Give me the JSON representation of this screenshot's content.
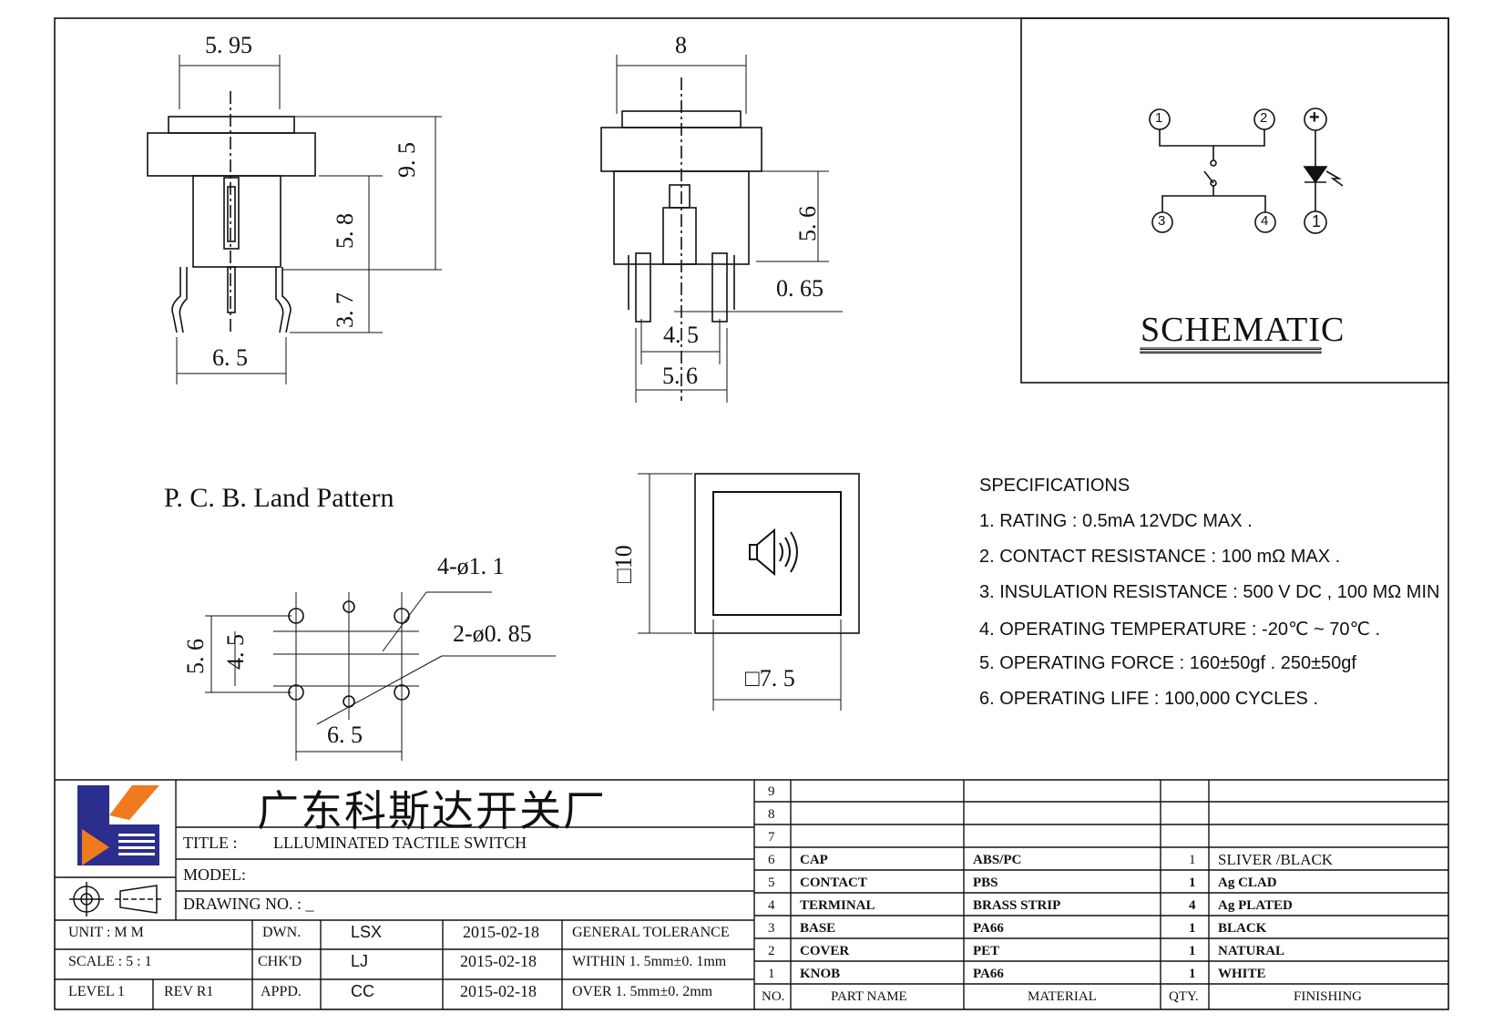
{
  "views": {
    "side": {
      "d1": "5. 95",
      "d2": "9. 5",
      "d3": "5. 8",
      "d4": "3. 7",
      "d5": "6. 5"
    },
    "front": {
      "d1": "8",
      "d2": "5. 6",
      "d3": "0. 65",
      "d4": "4. 5",
      "d5": "5. 6"
    },
    "top": {
      "d1": "10",
      "d2": "7. 5"
    },
    "pcb": {
      "title": "P. C. B. Land Pattern",
      "d1": "4-ø1. 1",
      "d2": "2-ø0. 85",
      "d3": "5. 6",
      "d4": "4. 5",
      "d5": "6. 5"
    }
  },
  "schematic": {
    "title": "SCHEMATIC",
    "pins": [
      "1",
      "2",
      "3",
      "4"
    ],
    "led_pins": [
      "+",
      "1"
    ]
  },
  "specifications": {
    "heading": "SPECIFICATIONS",
    "items": [
      "1. RATING : 0.5mA 12VDC MAX .",
      "2. CONTACT RESISTANCE : 100 mΩ MAX .",
      "3. INSULATION RESISTANCE : 500 V DC , 100 MΩ MIN",
      "4. OPERATING TEMPERATURE : -20℃ ~ 70℃ .",
      "5. OPERATING FORCE : 160±50gf . 250±50gf",
      "6. OPERATING LIFE : 100,000 CYCLES ."
    ]
  },
  "title_block": {
    "company": "广东科斯达开关厂",
    "title_label": "TITLE :",
    "title_value": "LLLUMINATED TACTILE SWITCH",
    "model_label": "MODEL:",
    "drawing_label": "DRAWING NO.  : _",
    "rows": [
      {
        "c1": "UNIT    :    M M",
        "c2": "DWN.",
        "c3": "LSX",
        "c4": "2015-02-18",
        "c5": "GENERAL  TOLERANCE"
      },
      {
        "c1": "SCALE   :   5 : 1",
        "c2": "CHK'D",
        "c3": "LJ",
        "c4": "2015-02-18",
        "c5": "WITHIN  1. 5mm±0. 1mm"
      },
      {
        "c1a": "LEVEL  1",
        "c1b": "REV   R1",
        "c2": "APPD.",
        "c3": "CC",
        "c4": "2015-02-18",
        "c5": "OVER    1. 5mm±0. 2mm"
      }
    ]
  },
  "bom": {
    "headers": {
      "no": "NO.",
      "part": "PART   NAME",
      "material": "MATERIAL",
      "qty": "QTY.",
      "finishing": "FINISHING"
    },
    "rows": [
      {
        "no": "9",
        "part": "",
        "material": "",
        "qty": "",
        "finishing": ""
      },
      {
        "no": "8",
        "part": "",
        "material": "",
        "qty": "",
        "finishing": ""
      },
      {
        "no": "7",
        "part": "",
        "material": "",
        "qty": "",
        "finishing": ""
      },
      {
        "no": "6",
        "part": "CAP",
        "material": "ABS/PC",
        "qty": "1",
        "finishing": "SLIVER /BLACK"
      },
      {
        "no": "5",
        "part": "CONTACT",
        "material": "PBS",
        "qty": "1",
        "finishing": "Ag CLAD"
      },
      {
        "no": "4",
        "part": "TERMINAL",
        "material": "BRASS STRIP",
        "qty": "4",
        "finishing": "Ag PLATED"
      },
      {
        "no": "3",
        "part": "BASE",
        "material": "PA66",
        "qty": "1",
        "finishing": "BLACK"
      },
      {
        "no": "2",
        "part": "COVER",
        "material": "PET",
        "qty": "1",
        "finishing": "NATURAL"
      },
      {
        "no": "1",
        "part": "KNOB",
        "material": "PA66",
        "qty": "1",
        "finishing": "WHITE"
      }
    ]
  }
}
